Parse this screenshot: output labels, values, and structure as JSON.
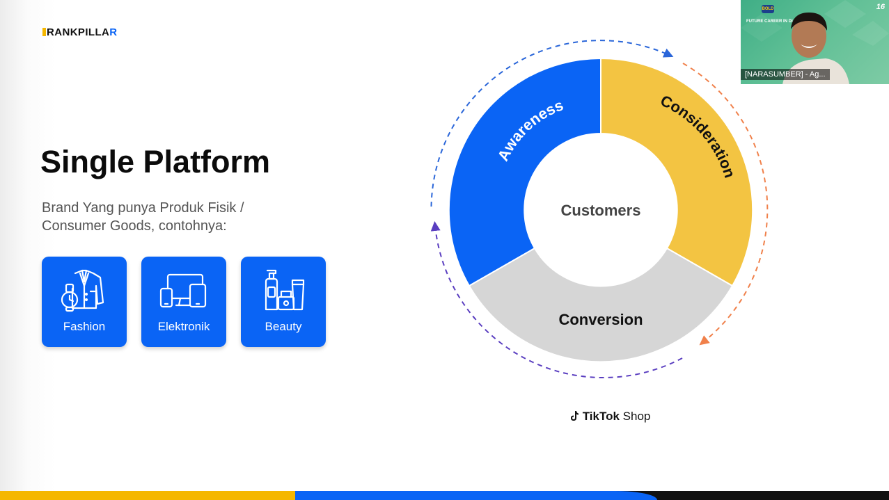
{
  "logo": {
    "text_main": "RANKPILLA",
    "text_end": "R"
  },
  "slide": {
    "title": "Single Platform",
    "subtitle": "Brand Yang punya Produk Fisik / Consumer Goods, contohnya:",
    "cards": [
      {
        "label": "Fashion",
        "icon": "fashion-icon"
      },
      {
        "label": "Elektronik",
        "icon": "electronics-icon"
      },
      {
        "label": "Beauty",
        "icon": "beauty-icon"
      }
    ]
  },
  "funnel": {
    "center": "Customers",
    "segments": [
      {
        "label": "Awareness",
        "color": "#0a64f5"
      },
      {
        "label": "Consideration",
        "color": "#f3c442"
      },
      {
        "label": "Conversion",
        "color": "#d6d6d6"
      }
    ],
    "arrow_colors": {
      "blue": "#2a66d9",
      "orange": "#f0804a",
      "purple": "#5a3ec0"
    }
  },
  "footer_brand": {
    "brand": "TikTok",
    "suffix": " Shop"
  },
  "video": {
    "caption": "[NARASUMBER] - Ag...",
    "overlay_text": "FUTURE CAREER IN DI",
    "badge": "BOLD",
    "corner_number": "16"
  },
  "colors": {
    "accent_blue": "#0a64f5",
    "accent_yellow": "#f5b700"
  }
}
